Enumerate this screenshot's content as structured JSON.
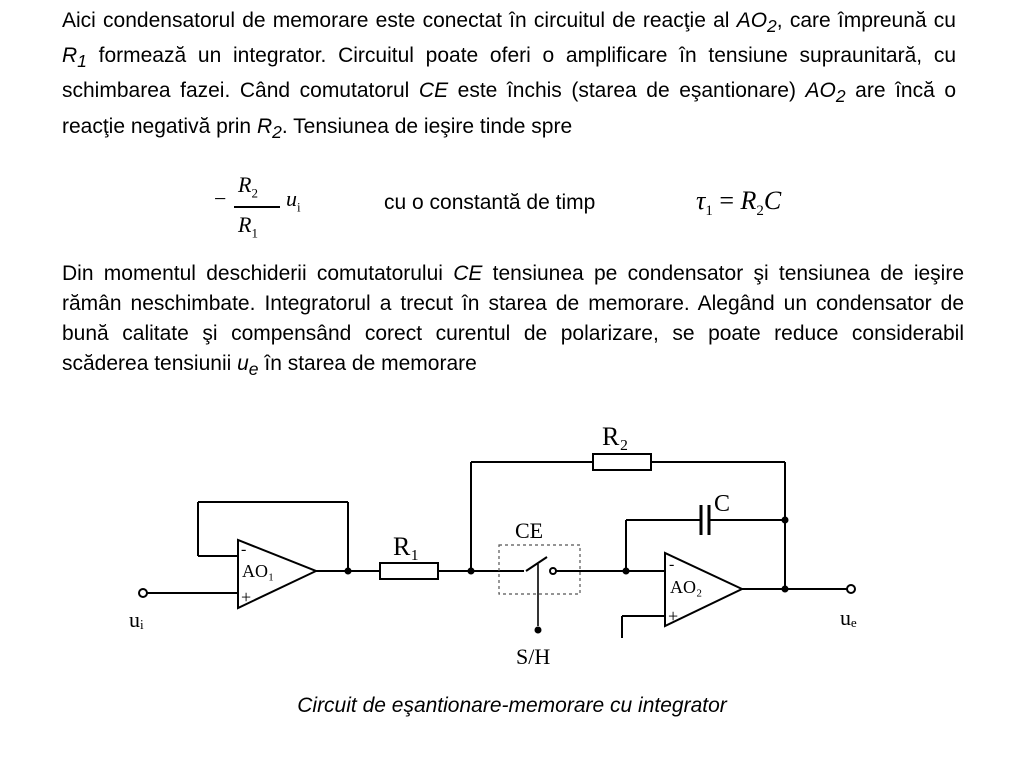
{
  "paragraph1": {
    "t1": "Aici condensatorul de memorare este conectat în circuitul de reacţie al ",
    "ao2a": "AO",
    "ao2a_sub": "2",
    "t2": ", care împreună cu ",
    "r1": "R",
    "r1_sub": "1",
    "t3": " formează un integrator. Circuitul poate oferi o amplificare în tensiune supraunitară, cu schimbarea fazei. Când comutatorul ",
    "ce": "CE",
    "t4": " este închis (starea de eşantionare) ",
    "ao2b": "AO",
    "ao2b_sub": "2",
    "t5": " are încă o reacţie negativă prin ",
    "r2": "R",
    "r2_sub": "2",
    "t6": ". Tensiunea de ieşire tinde spre"
  },
  "formula": {
    "minus": "−",
    "num": "R",
    "num_sub": "2",
    "den": "R",
    "den_sub": "1",
    "u": "u",
    "u_sub": "i",
    "middle_text": "cu o constantă de timp",
    "tau": "τ",
    "tau_sub": "1",
    "eq": " = ",
    "rhs_r": "R",
    "rhs_sub": "2",
    "rhs_c": "C"
  },
  "paragraph2": {
    "t1": "Din momentul deschiderii comutatorului ",
    "ce": "CE",
    "t2": " tensiunea pe condensator şi tensiunea de ieşire rămân neschimbate. Integratorul a trecut în starea de memorare. Alegând un condensator de bună calitate şi compensând corect curentul de polarizare, se poate reduce considerabil scăderea tensiunii ",
    "ue": "u",
    "ue_sub": "e",
    "t3": " în starea de memorare"
  },
  "circuit": {
    "r2_label": "R₂",
    "c_label": "C",
    "r1_label": "R₁",
    "ce_label": "CE",
    "ao1_label": "AO₁",
    "ao2_label": "AO₂",
    "minus_sign": "-",
    "plus_sign": "+",
    "input_label": "uᵢ",
    "output_label": "uₑ",
    "sh_label": "S/H"
  },
  "caption": "Circuit de eşantionare-memorare cu integrator"
}
